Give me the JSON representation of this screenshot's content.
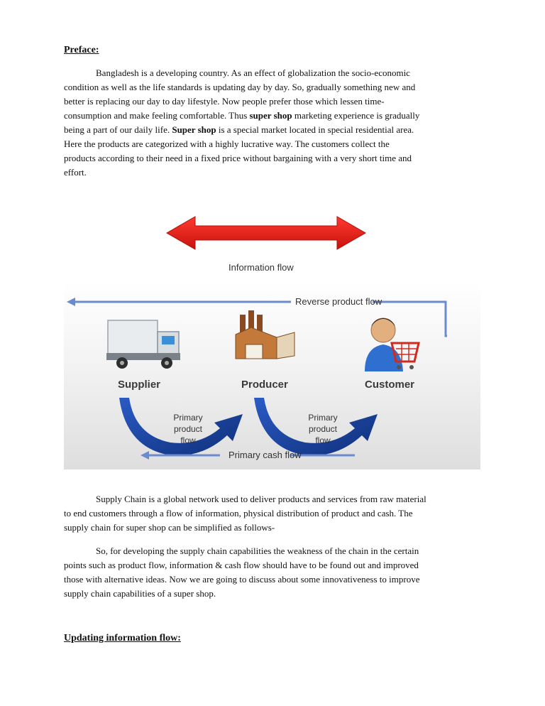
{
  "preface": {
    "heading": "Preface:",
    "lines": [
      "Bangladesh is a developing country. As an effect of globalization the socio-economic",
      "condition as well as the life standards is updating day by day. So, gradually something new and",
      "better is replacing our day to day lifestyle. Now people prefer those which lessen time-"
    ],
    "line4_before": "consumption and make feeling comfortable. Thus ",
    "line4_bold": "super shop",
    "line4_after": " marketing experience is gradually",
    "line5_before": "being a part of our daily life. ",
    "line5_bold": "Super shop",
    "line5_after": " is a special market located in special residential area.",
    "lines_tail": [
      "Here the products are categorized with a highly lucrative way. The customers collect the",
      "products according to their need in a fixed price without bargaining with a very short time and",
      "effort."
    ]
  },
  "figure": {
    "information_flow": "Information flow",
    "reverse_product_flow": "Reverse product flow",
    "supplier": "Supplier",
    "producer": "Producer",
    "customer": "Customer",
    "primary_product_flow_1": [
      "Primary",
      "product",
      "flow"
    ],
    "primary_product_flow_2": [
      "Primary",
      "product",
      "flow"
    ],
    "primary_cash_flow": "Primary cash flow",
    "colors": {
      "info_arrow": "#e8221c",
      "flow_arrow": "#3d5fb0",
      "curved_arrow": "#1f4aa6",
      "reverse_arrow": "#6a8bd0"
    }
  },
  "supply_chain_paragraph": [
    "Supply Chain is a global network used to deliver products and services from raw material",
    "to end customers through a flow of information, physical distribution of product and cash. The",
    "supply chain for super shop can be simplified as follows-"
  ],
  "capabilities_paragraph": [
    "So, for developing the supply chain capabilities the weakness of the chain in the certain",
    "points such as product flow, information & cash flow should have to be found out and improved",
    "those with alternative ideas. Now we are going to discuss about some innovativeness to improve",
    "supply chain capabilities of a super shop."
  ],
  "section_heading": "Updating information flow:"
}
